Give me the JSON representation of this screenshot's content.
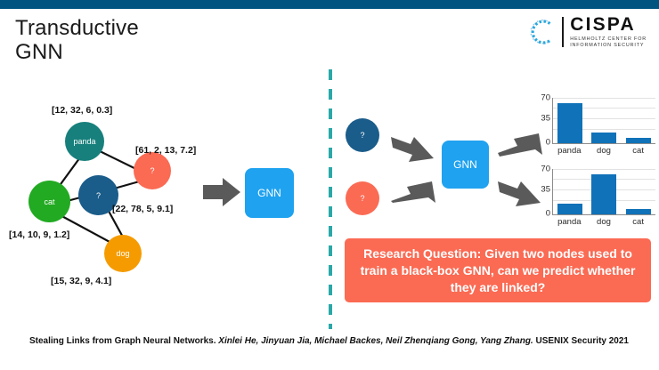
{
  "slide": {
    "title": "Transductive\nGNN",
    "title_line1": "Transductive",
    "title_line2": "GNN",
    "accent_bar_color": "#005580",
    "divider_color": "#2aa8a8"
  },
  "logo": {
    "name": "CISPA",
    "subtitle_line1": "HELMHOLTZ CENTER FOR",
    "subtitle_line2": "INFORMATION SECURITY",
    "mark_color": "#29a8df"
  },
  "graph": {
    "nodes": [
      {
        "id": "panda",
        "label": "panda",
        "color": "#17807c",
        "features": "[12, 32, 6, 0.3]"
      },
      {
        "id": "unknown_red",
        "label": "?",
        "color": "#fb6a53",
        "features": "[61, 2, 13, 7.2]"
      },
      {
        "id": "cat",
        "label": "cat",
        "color": "#22aa22",
        "features": "[14, 10, 9, 1.2]"
      },
      {
        "id": "unknown_blue",
        "label": "?",
        "color": "#1a5c8a",
        "features": "[22, 78, 5, 9.1]"
      },
      {
        "id": "dog",
        "label": "dog",
        "color": "#f59b00",
        "features": "[15, 32, 9, 4.1]"
      }
    ],
    "edges": [
      [
        "panda",
        "cat"
      ],
      [
        "panda",
        "unknown_red"
      ],
      [
        "cat",
        "unknown_blue"
      ],
      [
        "cat",
        "dog"
      ],
      [
        "unknown_blue",
        "unknown_red"
      ],
      [
        "unknown_blue",
        "dog"
      ]
    ],
    "gnn_label": "GNN"
  },
  "attack": {
    "node_top": {
      "label": "?",
      "color": "#1a5c8a"
    },
    "node_bottom": {
      "label": "?",
      "color": "#fb6a53"
    },
    "gnn_label": "GNN"
  },
  "research_question": {
    "text": "Research Question: Given two nodes used to train a black-box GNN, can we predict whether they are linked?",
    "background_color": "#fb6a53",
    "text_color": "#ffffff"
  },
  "chart_data": [
    {
      "id": "posterior-top",
      "type": "bar",
      "categories": [
        "panda",
        "dog",
        "cat"
      ],
      "values": [
        70,
        18,
        9
      ],
      "title": "",
      "xlabel": "",
      "ylabel": "",
      "yticks": [
        0,
        35,
        70
      ],
      "ylim": [
        0,
        80
      ],
      "grid": true,
      "bar_color": "#1072b8"
    },
    {
      "id": "posterior-bottom",
      "type": "bar",
      "categories": [
        "panda",
        "dog",
        "cat"
      ],
      "values": [
        18,
        70,
        9
      ],
      "title": "",
      "xlabel": "",
      "ylabel": "",
      "yticks": [
        0,
        35,
        70
      ],
      "ylim": [
        0,
        80
      ],
      "grid": true,
      "bar_color": "#1072b8"
    }
  ],
  "footer": {
    "paper_title": "Stealing Links from Graph Neural Networks.",
    "authors": "Xinlei He, Jinyuan Jia, Michael Backes, Neil Zhenqiang Gong, Yang Zhang.",
    "venue": "USENIX Security 2021"
  }
}
